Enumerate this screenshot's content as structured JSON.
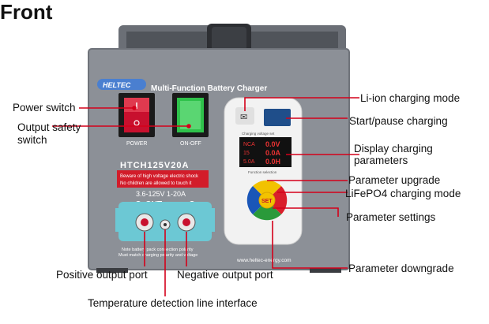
{
  "title": "Front",
  "device": {
    "brand": "HELTEC",
    "product_name": "Multi-Function Battery Charger",
    "model": "HTCH125V20A",
    "warning_line1": "Beware of high voltage electric shock",
    "warning_line2": "No children are allowed to touch it",
    "spec": "3.6-125V  1-20A",
    "out_label": "OUT",
    "power_label": "POWER",
    "onoff_label": "ON-OFF",
    "note_line1": "Note battery pack connection polarity",
    "note_line2": "Must match charging polarity and voltage",
    "website": "www.heltec-energy.com",
    "panel_label_top": "Charging voltage set",
    "panel_label_mid": "Function selection",
    "set_label": "SET",
    "display": {
      "row1_left": "NCA",
      "row1_right": "0.0V",
      "row2_left": "15",
      "row2_right": "0.0A",
      "row3_left": "5.0A",
      "row3_right": "0.0H"
    }
  },
  "callouts": {
    "power_switch": "Power switch",
    "output_safety_switch_line1": "Output safety",
    "output_safety_switch_line2": "switch",
    "positive_output_port": "Positive output port",
    "negative_output_port": "Negative output port",
    "temperature_interface": "Temperature detection line interface",
    "li_ion_mode": "Li-ion charging mode",
    "start_pause": "Start/pause charging",
    "display_params_line1": "Display charging",
    "display_params_line2": "parameters",
    "param_upgrade": "Parameter upgrade",
    "lifepo4_mode": "LiFePO4 charging mode",
    "param_settings": "Parameter settings",
    "param_downgrade": "Parameter downgrade"
  },
  "colors": {
    "leader_line": "#d4001a",
    "panel": "#8c9097",
    "switch_red": "#c8102e",
    "switch_green": "#2fc24b",
    "terminal_bg": "#6cc8d4",
    "btn_blue": "#1a56b8",
    "btn_red": "#d91e2a",
    "btn_green": "#2a9a3a",
    "btn_yellow": "#f2c200"
  }
}
